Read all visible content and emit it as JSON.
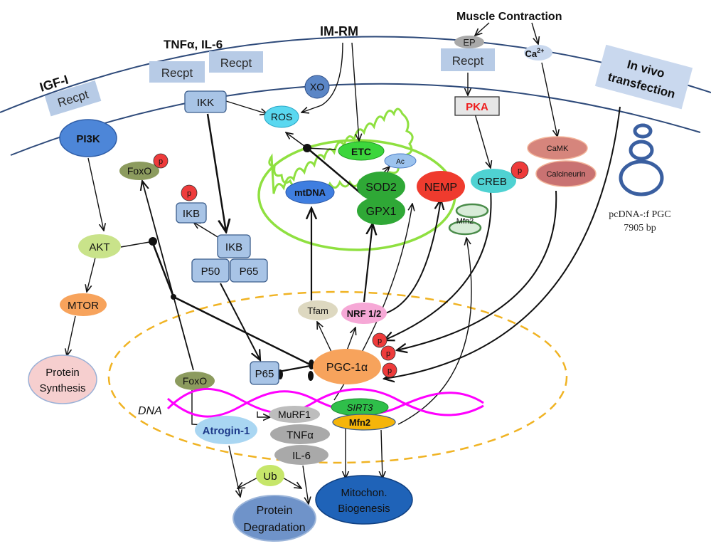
{
  "colors": {
    "membrane": "#2e4a7a",
    "receptor": "#b7cbe6",
    "receptor_text": "#2a2a2a",
    "pathway_blue": "#a8c4e6",
    "pathway_border": "#3c5e8c",
    "pi3k": "#4d86d8",
    "akt": "#c9e38a",
    "mtor": "#f7a35c",
    "protein_synthesis": "#f6cfcf",
    "foxo": "#8c9b5e",
    "phospho": "#ee3b3b",
    "ros": "#5ad8f0",
    "xo": "#5b86c6",
    "mito_outline": "#8fe040",
    "etc": "#3cd63c",
    "mtdna": "#3f7ee0",
    "sod2": "#2fa836",
    "gpx1": "#2fa836",
    "nemp": "#ef3b2e",
    "ac": "#9cc3ee",
    "pka_fill": "#e6e6e6",
    "pka_text": "#ee1c1c",
    "creb": "#4fd2d2",
    "camk": "#d6857c",
    "calcineurin": "#c97272",
    "mfn2_ring": "#4a8c4a",
    "plasmid": "#3a5fa0",
    "nucleus_border": "#f0b323",
    "pgc": "#f7a35c",
    "tfam": "#ddd8c0",
    "nrf": "#f6a8d6",
    "dna": "#ff00ff",
    "sirt3": "#2fbf4a",
    "mfn2_nuc": "#f5b50a",
    "atrogin": "#a9d6f2",
    "murf1": "#bdbdbd",
    "tnfa": "#a9a9a9",
    "il6": "#a9a9a9",
    "ub": "#c6e66a",
    "degradation": "#6f93c9",
    "biogenesis": "#1f63b8",
    "transfection_box": "#c9d8ee"
  },
  "stimuli": {
    "igf": "IGF-I",
    "tnf": "TNFα, IL-6",
    "imrm": "IM-RM",
    "muscle": "Muscle Contraction",
    "ep": "EP",
    "ca_base": "Ca",
    "ca_sup": "2+",
    "invivo_line1": "In vivo",
    "invivo_line2": "transfection"
  },
  "receptors": {
    "igf": "Recpt",
    "tnf1": "Recpt",
    "tnf2": "Recpt",
    "ep": "Recpt"
  },
  "cytoplasm": {
    "pi3k": "PI3K",
    "akt": "AKT",
    "mtor": "MTOR",
    "protein_synthesis_line1": "Protein",
    "protein_synthesis_line2": "Synthesis",
    "foxo": "FoxO",
    "ikk": "IKK",
    "ikb_top": "IKB",
    "ikb": "IKB",
    "p50": "P50",
    "p65": "P65",
    "xo": "XO",
    "ros": "ROS",
    "pka": "PKA",
    "creb": "CREB",
    "camk": "CaMK",
    "calcineurin": "Calcineurin",
    "mfn2": "Mfn2",
    "plasmid_line1": "pcDNA-:f PGC",
    "plasmid_line2": "7905 bp",
    "phospho": "p"
  },
  "mitochondrion": {
    "etc": "ETC",
    "ac": "Ac",
    "mtdna": "mtDNA",
    "sod2": "SOD2",
    "gpx1": "GPX1",
    "nemp": "NEMP"
  },
  "nucleus": {
    "tfam": "Tfam",
    "nrf": "NRF 1/2",
    "pgc": "PGC-1α",
    "p65": "P65",
    "foxo": "FoxO",
    "dna": "DNA",
    "sirt3": "SIRT3",
    "mfn2": "Mfn2",
    "atrogin": "Atrogin-1",
    "murf1": "MuRF1",
    "tnfa": "TNFα",
    "il6": "IL-6",
    "ub": "Ub",
    "degradation_line1": "Protein",
    "degradation_line2": "Degradation",
    "biogenesis_line1": "Mitochon.",
    "biogenesis_line2": "Biogenesis"
  }
}
